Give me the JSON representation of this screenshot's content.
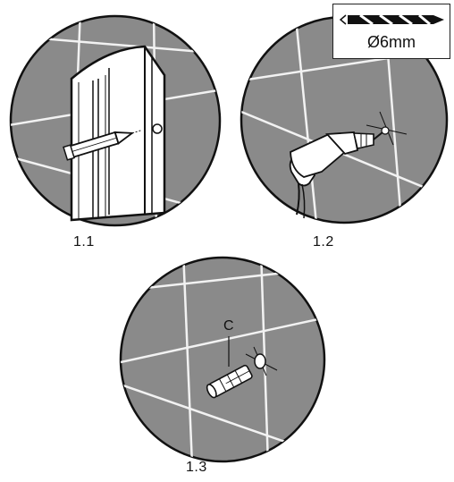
{
  "steps": [
    {
      "label": "1.1",
      "icon": "pencil-mark-icon"
    },
    {
      "label": "1.2",
      "icon": "drill-icon"
    },
    {
      "label": "1.3",
      "icon": "wall-plug-icon"
    }
  ],
  "drill_bit": {
    "size_label": "Ø6mm",
    "icon": "drill-bit-icon"
  },
  "callout_label": "C",
  "colors": {
    "wall_gray": "#8a8a8a",
    "outline": "#111111",
    "tile_joint": "#f2f2f2"
  }
}
